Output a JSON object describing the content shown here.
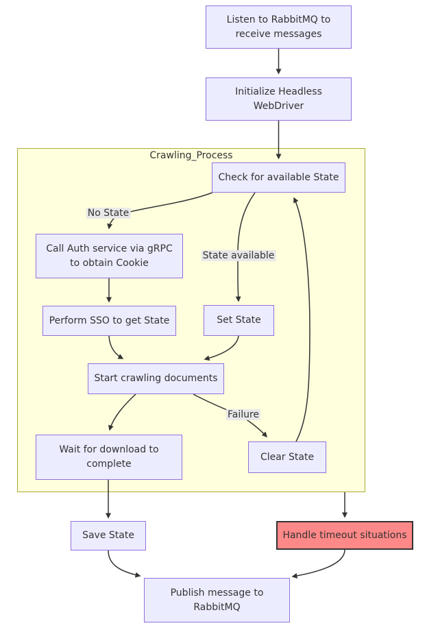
{
  "diagram": {
    "type": "flowchart",
    "subgraph_title": "Crawling_Process",
    "nodes": {
      "listen": {
        "label": "Listen to RabbitMQ to\nreceive messages"
      },
      "init": {
        "label": "Initialize Headless\nWebDriver"
      },
      "check": {
        "label": "Check for available State"
      },
      "call_auth": {
        "label": "Call Auth service via gRPC\nto obtain Cookie"
      },
      "perform_sso": {
        "label": "Perform SSO to get State"
      },
      "set_state": {
        "label": "Set State"
      },
      "start_crawling": {
        "label": "Start crawling documents"
      },
      "wait_download": {
        "label": "Wait for download to\ncomplete"
      },
      "clear_state": {
        "label": "Clear State"
      },
      "save_state": {
        "label": "Save State"
      },
      "handle_timeout": {
        "label": "Handle timeout situations"
      },
      "publish": {
        "label": "Publish message to\nRabbitMQ"
      }
    },
    "edge_labels": {
      "no_state": "No State",
      "state_available": "State available",
      "failure": "Failure"
    },
    "colors": {
      "node_fill": "#ECECFF",
      "node_border": "#9370DB",
      "subgraph_fill": "#FFFFDE",
      "subgraph_border": "#AAAA33",
      "error_fill": "#FF8888",
      "error_border": "#333333",
      "edge": "#333333",
      "label_bg": "#E8E8E8",
      "text": "#333333"
    }
  }
}
